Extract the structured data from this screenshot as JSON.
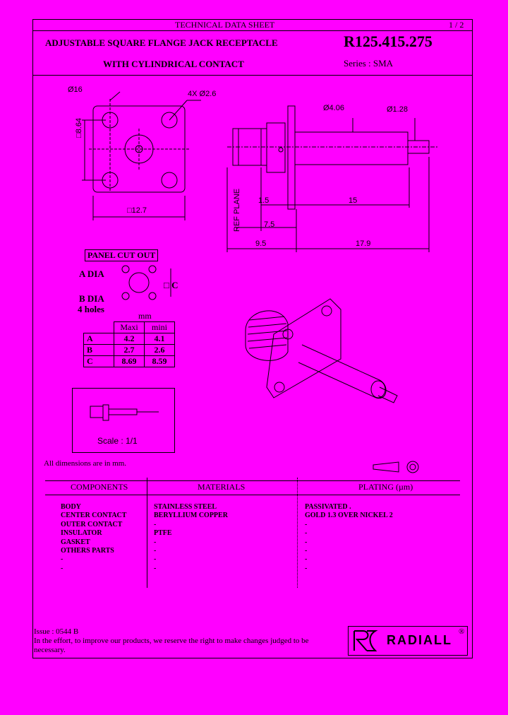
{
  "header": {
    "sheet_title": "TECHNICAL DATA SHEET",
    "page": "1 / 2",
    "title_line1": "ADJUSTABLE SQUARE FLANGE JACK RECEPTACLE",
    "title_line2": "WITH CYLINDRICAL CONTACT",
    "part_number": "R125.415.275",
    "series": "Series : SMA"
  },
  "drawing": {
    "flange_hole_dia": "Ø16",
    "holes": "4X Ø2.6",
    "flange_pitch": "□8.64",
    "flange_size": "□12.7",
    "contact_body_dia": "Ø4.06",
    "contact_pin_dia": "Ø1.28",
    "ref_plane": "REF PLANE",
    "dim_1_5": "1.5",
    "dim_15": "15",
    "dim_7_5": "7.5",
    "dim_9_5": "9.5",
    "dim_17_9": "17.9"
  },
  "panel_cut_out": {
    "title": "PANEL CUT OUT",
    "a_label": "A DIA",
    "b_label": "B DIA",
    "b_label2": "4 holes",
    "c_label": "□ C",
    "unit": "mm",
    "columns": [
      "Maxi",
      "mini"
    ],
    "rows": [
      {
        "key": "A",
        "maxi": "4.2",
        "mini": "4.1"
      },
      {
        "key": "B",
        "maxi": "2.7",
        "mini": "2.6"
      },
      {
        "key": "C",
        "maxi": "8.69",
        "mini": "8.59"
      }
    ]
  },
  "scale": "Scale : 1/1",
  "note": "All dimensions are in mm.",
  "components_table": {
    "headers": [
      "COMPONENTS",
      "MATERIALS",
      "PLATING (µm)"
    ],
    "components": [
      "BODY",
      "CENTER CONTACT",
      "OUTER CONTACT",
      "INSULATOR",
      "GASKET",
      "OTHERS PARTS",
      "-",
      "-"
    ],
    "materials": [
      "STAINLESS STEEL",
      "BERYLLIUM COPPER",
      "-",
      "PTFE",
      "-",
      "-",
      "-",
      "-"
    ],
    "plating": [
      "PASSIVATED .",
      "GOLD 1.3 OVER NICKEL 2",
      "-",
      "-",
      "-",
      "-",
      "-",
      "-"
    ]
  },
  "footer": {
    "issue": "Issue : 0544  B",
    "disclaimer_line1": "In the effort, to improve our products, we reserve the right to make changes judged to be",
    "disclaimer_line2": "necessary.",
    "brand": "RADIALL",
    "registered": "®"
  }
}
